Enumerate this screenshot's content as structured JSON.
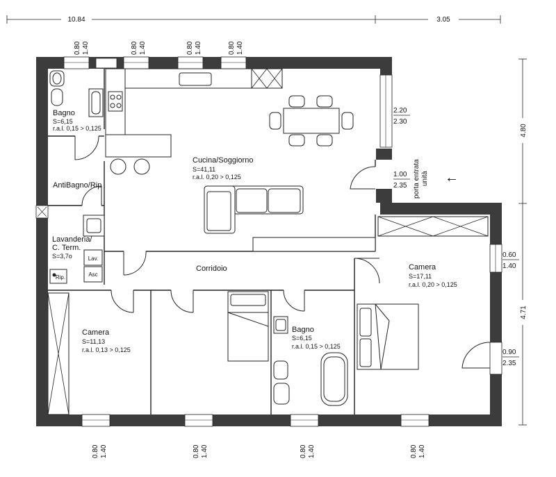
{
  "dimensions": {
    "top_total": "10.84",
    "top_right": "3.05",
    "right_upper": "4.80",
    "right_lower": "4.71"
  },
  "windows_top": [
    {
      "w": "0.80",
      "h": "1.40"
    },
    {
      "w": "0.80",
      "h": "1.40"
    },
    {
      "w": "0.80",
      "h": "1.40"
    },
    {
      "w": "0.80",
      "h": "1.40"
    }
  ],
  "windows_bottom": [
    {
      "w": "0.80",
      "h": "1.40"
    },
    {
      "w": "0.80",
      "h": "1.40"
    },
    {
      "w": "0.80",
      "h": "1.40"
    },
    {
      "w": "0.80",
      "h": "1.40"
    }
  ],
  "openings_right": [
    {
      "w": "2.20",
      "h": "2.30"
    },
    {
      "w": "1.00",
      "h": "2.35"
    },
    {
      "w": "0.60",
      "h": "1.40"
    },
    {
      "w": "0.90",
      "h": "2.35"
    }
  ],
  "entrance": {
    "line1": "porta entrata",
    "line2": "unità",
    "arrow": "←"
  },
  "rooms": {
    "bagno1": {
      "name": "Bagno",
      "area": "S=6,15",
      "ral": "r.a.l. 0,15 > 0,125"
    },
    "cucina": {
      "name": "Cucina/Soggiorno",
      "area": "S=41,11",
      "ral": "r.a.l. 0,20 > 0,125"
    },
    "antibagno": {
      "name": "AntiBagno/Rip"
    },
    "lavanderia": {
      "name1": "Lavanderia/",
      "name2": "C. Term.",
      "area": "S=3,7o",
      "lav": "Lav.",
      "asc": "Asc",
      "rip": "Rip."
    },
    "corridoio": {
      "name": "Corridoio"
    },
    "camera1": {
      "name": "Camera",
      "area": "S=11,13",
      "ral": "r.a.l. 0,13 > 0,125"
    },
    "bagno2": {
      "name": "Bagno",
      "area": "S=6,15",
      "ral": "r.a.l. 0,15 > 0,125"
    },
    "camera2": {
      "name": "Camera",
      "area": "S=17,11",
      "ral": "r.a.l. 0,20 > 0,125"
    }
  }
}
